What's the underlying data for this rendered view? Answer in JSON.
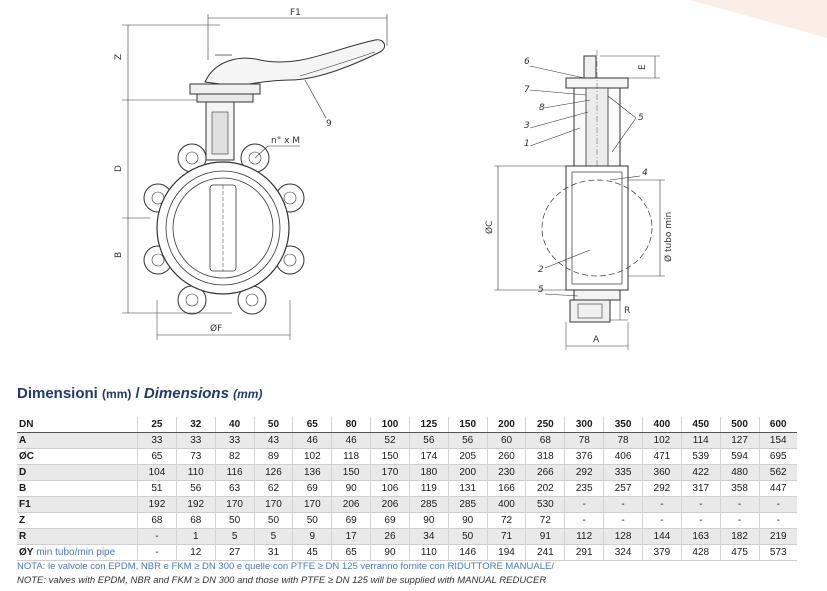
{
  "drawing": {
    "front_labels": {
      "f1": "F1",
      "z": "Z",
      "d": "D",
      "b": "B",
      "phi_f": "ØF",
      "bolts": "n° x M",
      "item9": "9"
    },
    "side_labels": {
      "e": "E",
      "item6": "6",
      "item7": "7",
      "item8": "8",
      "item3": "3",
      "item1": "1",
      "item5a": "5",
      "item4": "4",
      "item2": "2",
      "item5b": "5",
      "phi_c": "ØC",
      "phi_tubo": "Ø tubo min",
      "r": "R",
      "a": "A"
    }
  },
  "title": {
    "it": "Dimensioni",
    "it_unit": "(mm)",
    "sep": "/",
    "en": "Dimensions",
    "en_unit": "(mm)"
  },
  "table": {
    "header": {
      "label": "DN",
      "values": [
        "25",
        "32",
        "40",
        "50",
        "65",
        "80",
        "100",
        "125",
        "150",
        "200",
        "250",
        "300",
        "350",
        "400",
        "450",
        "500",
        "600"
      ]
    },
    "rows": [
      {
        "label": "A",
        "sub": "",
        "values": [
          "33",
          "33",
          "33",
          "43",
          "46",
          "46",
          "52",
          "56",
          "56",
          "60",
          "68",
          "78",
          "78",
          "102",
          "114",
          "127",
          "154"
        ]
      },
      {
        "label": "ØC",
        "sub": "",
        "values": [
          "65",
          "73",
          "82",
          "89",
          "102",
          "118",
          "150",
          "174",
          "205",
          "260",
          "318",
          "376",
          "406",
          "471",
          "539",
          "594",
          "695"
        ]
      },
      {
        "label": "D",
        "sub": "",
        "values": [
          "104",
          "110",
          "116",
          "126",
          "136",
          "150",
          "170",
          "180",
          "200",
          "230",
          "266",
          "292",
          "335",
          "360",
          "422",
          "480",
          "562"
        ]
      },
      {
        "label": "B",
        "sub": "",
        "values": [
          "51",
          "56",
          "63",
          "62",
          "69",
          "90",
          "106",
          "119",
          "131",
          "166",
          "202",
          "235",
          "257",
          "292",
          "317",
          "358",
          "447"
        ]
      },
      {
        "label": "F1",
        "sub": "",
        "values": [
          "192",
          "192",
          "170",
          "170",
          "170",
          "206",
          "206",
          "285",
          "285",
          "400",
          "530",
          "-",
          "-",
          "-",
          "-",
          "-",
          "-"
        ]
      },
      {
        "label": "Z",
        "sub": "",
        "values": [
          "68",
          "68",
          "50",
          "50",
          "50",
          "69",
          "69",
          "90",
          "90",
          "72",
          "72",
          "-",
          "-",
          "-",
          "-",
          "-",
          "-"
        ]
      },
      {
        "label": "R",
        "sub": "",
        "values": [
          "-",
          "1",
          "5",
          "5",
          "9",
          "17",
          "26",
          "34",
          "50",
          "71",
          "91",
          "112",
          "128",
          "144",
          "163",
          "182",
          "219"
        ]
      },
      {
        "label": "ØY",
        "sub": " min tubo/min pipe",
        "values": [
          "-",
          "12",
          "27",
          "31",
          "45",
          "65",
          "90",
          "110",
          "146",
          "194",
          "241",
          "291",
          "324",
          "379",
          "428",
          "475",
          "573"
        ]
      }
    ]
  },
  "notes": {
    "it": "NOTA: le valvole con EPDM, NBR e FKM ≥ DN 300 e quelle con PTFE ≥ DN 125 verranno fornite con RIDUTTORE MANUALE/",
    "en": "NOTE: valves with EPDM, NBR and FKM ≥ DN 300 and those with PTFE ≥ DN 125 will be supplied with MANUAL REDUCER"
  }
}
